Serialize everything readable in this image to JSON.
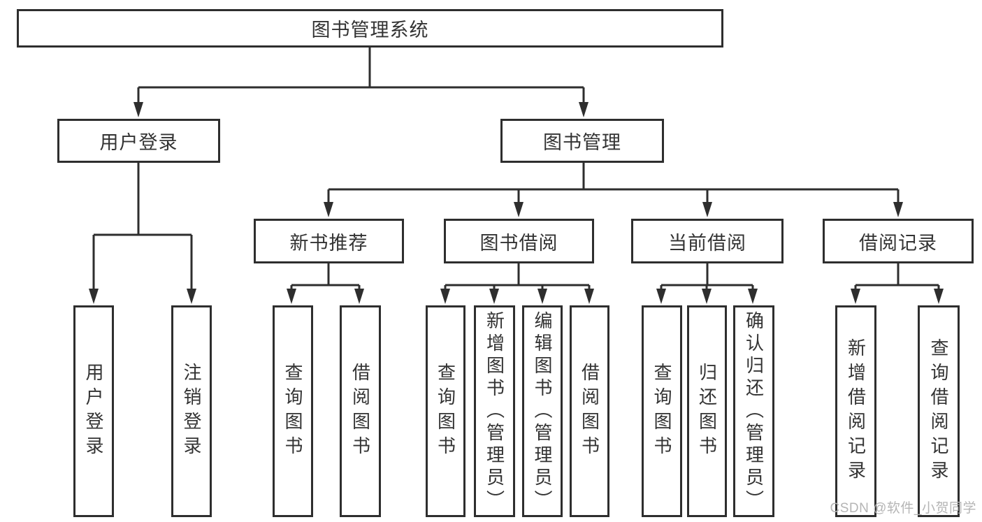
{
  "diagram": {
    "title": "图书管理系统",
    "level2": {
      "user_login": "用户登录",
      "book_management": "图书管理"
    },
    "level3": {
      "new_book_recommend": "新书推荐",
      "book_borrow": "图书借阅",
      "current_borrow": "当前借阅",
      "borrow_records": "借阅记录"
    },
    "leaves": {
      "user_login": "用户登录",
      "logout": "注销登录",
      "nb_query_book": "查询图书",
      "nb_borrow_book": "借阅图书",
      "bb_query_book": "查询图书",
      "bb_add_book": "新增图书（管理员）",
      "bb_edit_book": "编辑图书（管理员）",
      "bb_borrow_book": "借阅图书",
      "cb_query_book": "查询图书",
      "cb_return_book": "归还图书",
      "cb_confirm_return": "确认归还（管理员）",
      "br_add_record": "新增借阅记录",
      "br_query_record": "查询借阅记录"
    }
  },
  "watermark": "CSDN @软件_小贺同学",
  "colors": {
    "line": "#2e2e2e",
    "text": "#333333",
    "watermark": "#b5b5b5",
    "background": "#ffffff"
  }
}
